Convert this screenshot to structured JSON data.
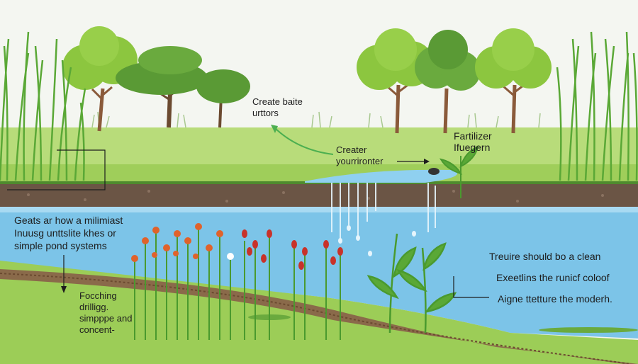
{
  "labels": {
    "top_right_of_trees": [
      "Create baite",
      "urttors"
    ],
    "center_arrow": [
      "Creater",
      "yourrironter"
    ],
    "fertilizer": [
      "Fartilizer",
      "Ifuegern"
    ],
    "left_main": [
      "Geats ar how a milimiast",
      "Inuusg unttslite khes or",
      "simple pond systems"
    ],
    "left_bottom": [
      "Focching",
      "drilligg.",
      "simpppe and",
      "concent-"
    ],
    "right_1": "Treuire should bo a clean",
    "right_2": "Exeetlins the runicf coloof",
    "right_3": "Aigne ttetture the moderh."
  },
  "colors": {
    "sky": "#f4f6f1",
    "meadow": "#a9d46a",
    "bank": "#8cc64a",
    "soil": "#6b5545",
    "water": "#7cc4e8",
    "water_light": "#a8daf2",
    "foreground": "#9ccd57",
    "tree_light": "#8cc63f",
    "tree_dark": "#5a9a35",
    "trunk": "#8a5a3a",
    "grass": "#4a9a2e",
    "flower": "#e0622b",
    "flower_red": "#c8322a",
    "arrow": "#4caf50"
  }
}
